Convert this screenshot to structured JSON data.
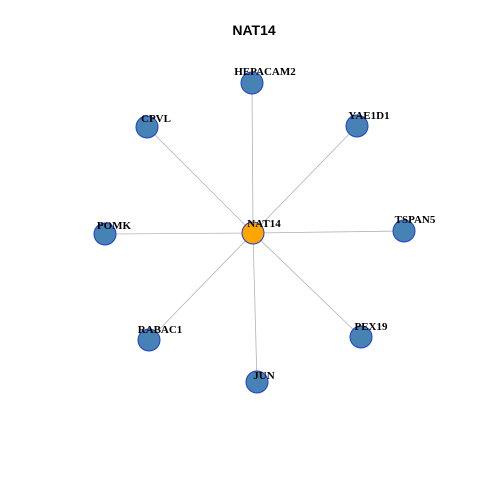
{
  "title": "NAT14",
  "colors": {
    "center_fill": "#FFA500",
    "center_stroke": "#1E3FCC",
    "neighbor_fill": "#4682B4",
    "neighbor_stroke": "#1E3FCC",
    "edge": "#B3B3B3"
  },
  "graph": {
    "center": "NAT14",
    "neighbors": [
      "HEPACAM2",
      "YAE1D1",
      "TSPAN5",
      "PEX19",
      "JUN",
      "RABAC1",
      "POMK",
      "CPVL"
    ],
    "edges": [
      [
        "NAT14",
        "HEPACAM2"
      ],
      [
        "NAT14",
        "YAE1D1"
      ],
      [
        "NAT14",
        "TSPAN5"
      ],
      [
        "NAT14",
        "PEX19"
      ],
      [
        "NAT14",
        "JUN"
      ],
      [
        "NAT14",
        "RABAC1"
      ],
      [
        "NAT14",
        "POMK"
      ],
      [
        "NAT14",
        "CPVL"
      ]
    ]
  }
}
